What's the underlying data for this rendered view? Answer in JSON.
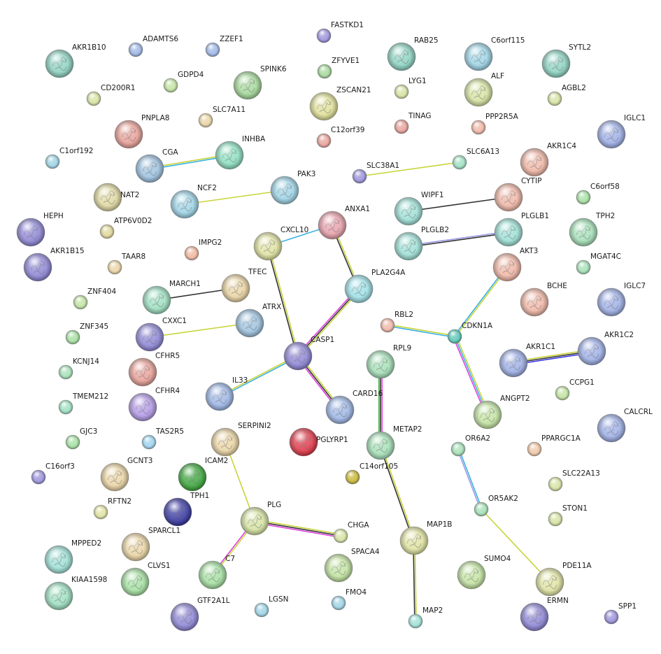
{
  "nodes": [
    {
      "id": "AKR1B10",
      "color": "#8fd3c2",
      "size": "large",
      "icon": "protein-structure-icon"
    },
    {
      "id": "ADAMTS6",
      "color": "#9fb7e6",
      "size": "small"
    },
    {
      "id": "ZZEF1",
      "color": "#9fb7e6",
      "size": "small"
    },
    {
      "id": "FASTKD1",
      "color": "#9b93dc",
      "size": "small"
    },
    {
      "id": "RAB25",
      "color": "#8fd3c2",
      "size": "large",
      "icon": "protein-structure-icon"
    },
    {
      "id": "C6orf115",
      "color": "#9fd4e6",
      "size": "large",
      "icon": "protein-structure-icon"
    },
    {
      "id": "SYTL2",
      "color": "#8fd3c2",
      "size": "large",
      "icon": "protein-structure-icon"
    },
    {
      "id": "GDPD4",
      "color": "#c3e3a3",
      "size": "small"
    },
    {
      "id": "SPINK6",
      "color": "#a6d99c",
      "size": "large",
      "icon": "protein-structure-icon"
    },
    {
      "id": "ZFYVE1",
      "color": "#a6d99c",
      "size": "small"
    },
    {
      "id": "CD200R1",
      "color": "#d6e3a3",
      "size": "small"
    },
    {
      "id": "ZSCAN21",
      "color": "#e0e09a",
      "size": "large",
      "icon": "protein-structure-icon"
    },
    {
      "id": "LYG1",
      "color": "#d6e3a3",
      "size": "small"
    },
    {
      "id": "ALF",
      "color": "#d6e3a3",
      "size": "large",
      "icon": "protein-structure-icon"
    },
    {
      "id": "AGBL2",
      "color": "#d6e3a3",
      "size": "small"
    },
    {
      "id": "PNPLA8",
      "color": "#e8a29a",
      "size": "large",
      "icon": "protein-structure-icon"
    },
    {
      "id": "SLC7A11",
      "color": "#ead5a6",
      "size": "small"
    },
    {
      "id": "TINAG",
      "color": "#e8a29a",
      "size": "small"
    },
    {
      "id": "PPP2R5A",
      "color": "#f0b8a8",
      "size": "small"
    },
    {
      "id": "IGLC1",
      "color": "#9fb0e6",
      "size": "large",
      "icon": "protein-structure-icon"
    },
    {
      "id": "C12orf39",
      "color": "#e8a29a",
      "size": "small"
    },
    {
      "id": "C1orf192",
      "color": "#9fd4e6",
      "size": "small"
    },
    {
      "id": "CGA",
      "color": "#9fc3e0",
      "size": "large",
      "icon": "protein-structure-icon"
    },
    {
      "id": "INHBA",
      "color": "#8fe0c2",
      "size": "large",
      "icon": "protein-structure-icon"
    },
    {
      "id": "SLC38A1",
      "color": "#9b93dc",
      "size": "small"
    },
    {
      "id": "SLC6A13",
      "color": "#9fe0c2",
      "size": "small"
    },
    {
      "id": "AKR1C4",
      "color": "#f0b8a8",
      "size": "large",
      "icon": "protein-structure-icon"
    },
    {
      "id": "NAT2",
      "color": "#e0d9a3",
      "size": "large",
      "icon": "protein-structure-icon"
    },
    {
      "id": "NCF2",
      "color": "#9fd4e6",
      "size": "large",
      "icon": "protein-structure-icon"
    },
    {
      "id": "PAK3",
      "color": "#9fd4e6",
      "size": "large",
      "icon": "protein-structure-icon"
    },
    {
      "id": "CYTIP",
      "color": "#f0b8a8",
      "size": "large",
      "icon": "protein-structure-icon"
    },
    {
      "id": "C6orf58",
      "color": "#a6e0a3",
      "size": "small"
    },
    {
      "id": "WIPF1",
      "color": "#9fe0d6",
      "size": "large",
      "icon": "protein-structure-icon"
    },
    {
      "id": "HEPH",
      "color": "#8f88d6",
      "size": "large",
      "icon": "protein-structure-icon"
    },
    {
      "id": "ATP6V0D2",
      "color": "#e0d69a",
      "size": "small"
    },
    {
      "id": "ANXA1",
      "color": "#e8a2ac",
      "size": "large",
      "icon": "protein-structure-icon"
    },
    {
      "id": "PLGLB1",
      "color": "#9fe0d6",
      "size": "large",
      "icon": "protein-structure-icon"
    },
    {
      "id": "TPH2",
      "color": "#a6e0b8",
      "size": "large",
      "icon": "protein-structure-icon"
    },
    {
      "id": "CXCL10",
      "color": "#e0e3a3",
      "size": "large",
      "icon": "protein-structure-icon"
    },
    {
      "id": "PLGLB2",
      "color": "#9fe0d6",
      "size": "large",
      "icon": "protein-structure-icon"
    },
    {
      "id": "IMPG2",
      "color": "#f0b8a0",
      "size": "small"
    },
    {
      "id": "AKR1B15",
      "color": "#8f88d6",
      "size": "large",
      "icon": "protein-structure-icon"
    },
    {
      "id": "TAAR8",
      "color": "#ead5a6",
      "size": "small"
    },
    {
      "id": "AKT3",
      "color": "#f0b8a8",
      "size": "large",
      "icon": "protein-structure-icon"
    },
    {
      "id": "MGAT4C",
      "color": "#a6e0b8",
      "size": "small"
    },
    {
      "id": "PLA2G4A",
      "color": "#9fe0e6",
      "size": "large",
      "icon": "protein-structure-icon"
    },
    {
      "id": "ZNF404",
      "color": "#c3e3a3",
      "size": "small"
    },
    {
      "id": "MARCH1",
      "color": "#9fe0c2",
      "size": "large",
      "icon": "protein-structure-icon"
    },
    {
      "id": "TFEC",
      "color": "#ead5a6",
      "size": "large",
      "icon": "protein-structure-icon"
    },
    {
      "id": "BCHE",
      "color": "#f0b8a8",
      "size": "large",
      "icon": "protein-structure-icon"
    },
    {
      "id": "IGLC7",
      "color": "#9fb0e6",
      "size": "large",
      "icon": "protein-structure-icon"
    },
    {
      "id": "ATRX",
      "color": "#9fc3e0",
      "size": "large",
      "icon": "protein-structure-icon"
    },
    {
      "id": "ZNF345",
      "color": "#a6e0a3",
      "size": "small"
    },
    {
      "id": "CXXC1",
      "color": "#8f88d6",
      "size": "large",
      "icon": "protein-structure-icon"
    },
    {
      "id": "RBL2",
      "color": "#f0b8a8",
      "size": "small"
    },
    {
      "id": "CDKN1A",
      "color": "#5cc8b8",
      "size": "small"
    },
    {
      "id": "AKR1C2",
      "color": "#9fb0e6",
      "size": "large",
      "icon": "protein-structure-icon"
    },
    {
      "id": "AKR1C1",
      "color": "#9fb0e6",
      "size": "large",
      "icon": "protein-structure-icon"
    },
    {
      "id": "CASP1",
      "color": "#8f88d6",
      "size": "large",
      "icon": "protein-structure-icon"
    },
    {
      "id": "CFHR5",
      "color": "#e8a29a",
      "size": "large",
      "icon": "protein-structure-icon"
    },
    {
      "id": "RPL9",
      "color": "#a6e0b8",
      "size": "large",
      "icon": "protein-structure-icon"
    },
    {
      "id": "KCNJ14",
      "color": "#a6e0b8",
      "size": "small"
    },
    {
      "id": "CFHR4",
      "color": "#b49be6",
      "size": "large",
      "icon": "protein-structure-icon"
    },
    {
      "id": "IL33",
      "color": "#9fb7e6",
      "size": "large",
      "icon": "protein-structure-icon"
    },
    {
      "id": "CCPG1",
      "color": "#c3e3a3",
      "size": "small"
    },
    {
      "id": "TMEM212",
      "color": "#9fe0c2",
      "size": "small"
    },
    {
      "id": "CARD16",
      "color": "#9fb7e6",
      "size": "large",
      "icon": "protein-structure-icon"
    },
    {
      "id": "ANGPT2",
      "color": "#c3e3a3",
      "size": "large",
      "icon": "protein-structure-icon"
    },
    {
      "id": "CALCRL",
      "color": "#9fb0e6",
      "size": "large",
      "icon": "protein-structure-icon"
    },
    {
      "id": "PGLYRP1",
      "color": "#e03a4a",
      "size": "large",
      "icon": "protein-structure-icon"
    },
    {
      "id": "GJC3",
      "color": "#a6e0a3",
      "size": "small"
    },
    {
      "id": "TAS2R5",
      "color": "#9fd4f0",
      "size": "small"
    },
    {
      "id": "SERPINI2",
      "color": "#ead5a6",
      "size": "large",
      "icon": "protein-structure-icon"
    },
    {
      "id": "METAP2",
      "color": "#a6e0b8",
      "size": "large",
      "icon": "protein-structure-icon"
    },
    {
      "id": "OR6A2",
      "color": "#a6e0b8",
      "size": "small"
    },
    {
      "id": "PPARGC1A",
      "color": "#f0c8a8",
      "size": "small"
    },
    {
      "id": "C16orf3",
      "color": "#9b93dc",
      "size": "small"
    },
    {
      "id": "GCNT3",
      "color": "#ead5a6",
      "size": "large",
      "icon": "protein-structure-icon"
    },
    {
      "id": "ICAM2",
      "color": "#3fa83f",
      "size": "large",
      "icon": "protein-structure-icon"
    },
    {
      "id": "C14orf105",
      "color": "#c8b83a",
      "size": "small"
    },
    {
      "id": "SLC22A13",
      "color": "#d6e3a3",
      "size": "small"
    },
    {
      "id": "RFTN2",
      "color": "#e0e3a3",
      "size": "small"
    },
    {
      "id": "TPH1",
      "color": "#3a3aa3",
      "size": "large",
      "icon": "protein-structure-icon"
    },
    {
      "id": "OR5AK2",
      "color": "#a6e0b8",
      "size": "small"
    },
    {
      "id": "STON1",
      "color": "#d6e3a3",
      "size": "small"
    },
    {
      "id": "PLG",
      "color": "#d6e3a3",
      "size": "large",
      "icon": "protein-structure-icon"
    },
    {
      "id": "CHGA",
      "color": "#d6e3a3",
      "size": "small"
    },
    {
      "id": "MAP1B",
      "color": "#e0e3a3",
      "size": "large",
      "icon": "protein-structure-icon"
    },
    {
      "id": "MPPED2",
      "color": "#9fe0d6",
      "size": "large",
      "icon": "protein-structure-icon"
    },
    {
      "id": "SPARCL1",
      "color": "#ead5a6",
      "size": "large",
      "icon": "protein-structure-icon"
    },
    {
      "id": "SPACA4",
      "color": "#c3e3a3",
      "size": "large",
      "icon": "protein-structure-icon"
    },
    {
      "id": "SUMO4",
      "color": "#c3e3a3",
      "size": "large",
      "icon": "protein-structure-icon"
    },
    {
      "id": "CLVS1",
      "color": "#a6e0a3",
      "size": "large",
      "icon": "protein-structure-icon"
    },
    {
      "id": "C7",
      "color": "#a6e0a3",
      "size": "large",
      "icon": "protein-structure-icon"
    },
    {
      "id": "PDE11A",
      "color": "#e0e3a3",
      "size": "large",
      "icon": "protein-structure-icon"
    },
    {
      "id": "KIAA1598",
      "color": "#9fe0c2",
      "size": "large",
      "icon": "protein-structure-icon"
    },
    {
      "id": "FMO4",
      "color": "#9fd4e6",
      "size": "small"
    },
    {
      "id": "LGSN",
      "color": "#9fd4e6",
      "size": "small"
    },
    {
      "id": "GTF2A1L",
      "color": "#8f88d6",
      "size": "large",
      "icon": "protein-structure-icon"
    },
    {
      "id": "MAP2",
      "color": "#9fe0d6",
      "size": "small"
    },
    {
      "id": "ERMN",
      "color": "#8f88d6",
      "size": "large",
      "icon": "protein-structure-icon"
    },
    {
      "id": "SPP1",
      "color": "#9b93dc",
      "size": "small"
    }
  ],
  "edges": [
    {
      "a": "CGA",
      "b": "INHBA",
      "colors": [
        "#c8d43a",
        "#3ab0e0"
      ]
    },
    {
      "a": "NCF2",
      "b": "PAK3",
      "colors": [
        "#c8d43a"
      ]
    },
    {
      "a": "SLC38A1",
      "b": "SLC6A13",
      "colors": [
        "#c8d43a"
      ]
    },
    {
      "a": "WIPF1",
      "b": "CYTIP",
      "colors": [
        "#333333"
      ]
    },
    {
      "a": "PLGLB2",
      "b": "PLGLB1",
      "colors": [
        "#9a9ae6",
        "#333333"
      ]
    },
    {
      "a": "CXCL10",
      "b": "ANXA1",
      "colors": [
        "#3ab0e0"
      ]
    },
    {
      "a": "ANXA1",
      "b": "PLA2G4A",
      "colors": [
        "#c8d43a",
        "#333333"
      ]
    },
    {
      "a": "MARCH1",
      "b": "TFEC",
      "colors": [
        "#333333"
      ]
    },
    {
      "a": "CXXC1",
      "b": "ATRX",
      "colors": [
        "#c8d43a"
      ]
    },
    {
      "a": "CXCL10",
      "b": "CASP1",
      "colors": [
        "#c8d43a",
        "#333333"
      ]
    },
    {
      "a": "PLA2G4A",
      "b": "CASP1",
      "colors": [
        "#c8d43a",
        "#333333",
        "#e040e0"
      ]
    },
    {
      "a": "IL33",
      "b": "CASP1",
      "colors": [
        "#c8d43a",
        "#3ab0e0"
      ]
    },
    {
      "a": "CASP1",
      "b": "CARD16",
      "colors": [
        "#c8d43a",
        "#333333",
        "#e040e0"
      ]
    },
    {
      "a": "RBL2",
      "b": "CDKN1A",
      "colors": [
        "#c8d43a",
        "#3ab0e0"
      ]
    },
    {
      "a": "AKT3",
      "b": "CDKN1A",
      "colors": [
        "#c8d43a",
        "#3ab0e0"
      ]
    },
    {
      "a": "CDKN1A",
      "b": "ANGPT2",
      "colors": [
        "#c8d43a",
        "#3ab0e0",
        "#e040e0"
      ]
    },
    {
      "a": "AKR1C1",
      "b": "AKR1C2",
      "colors": [
        "#c8d43a",
        "#333333",
        "#3a3ae0"
      ]
    },
    {
      "a": "RPL9",
      "b": "METAP2",
      "colors": [
        "#e040e0",
        "#333333",
        "#3ab03a"
      ]
    },
    {
      "a": "SERPINI2",
      "b": "PLG",
      "colors": [
        "#c8d43a"
      ]
    },
    {
      "a": "PLG",
      "b": "CHGA",
      "colors": [
        "#c8d43a",
        "#333333",
        "#e040e0"
      ]
    },
    {
      "a": "PLG",
      "b": "C7",
      "colors": [
        "#c8d43a",
        "#e040e0"
      ]
    },
    {
      "a": "METAP2",
      "b": "MAP1B",
      "colors": [
        "#c8d43a",
        "#333333"
      ]
    },
    {
      "a": "MAP1B",
      "b": "MAP2",
      "colors": [
        "#c8d43a",
        "#333333"
      ]
    },
    {
      "a": "OR6A2",
      "b": "OR5AK2",
      "colors": [
        "#3ab0e0",
        "#9a9ae6"
      ]
    },
    {
      "a": "OR5AK2",
      "b": "PDE11A",
      "colors": [
        "#c8d43a"
      ]
    }
  ]
}
